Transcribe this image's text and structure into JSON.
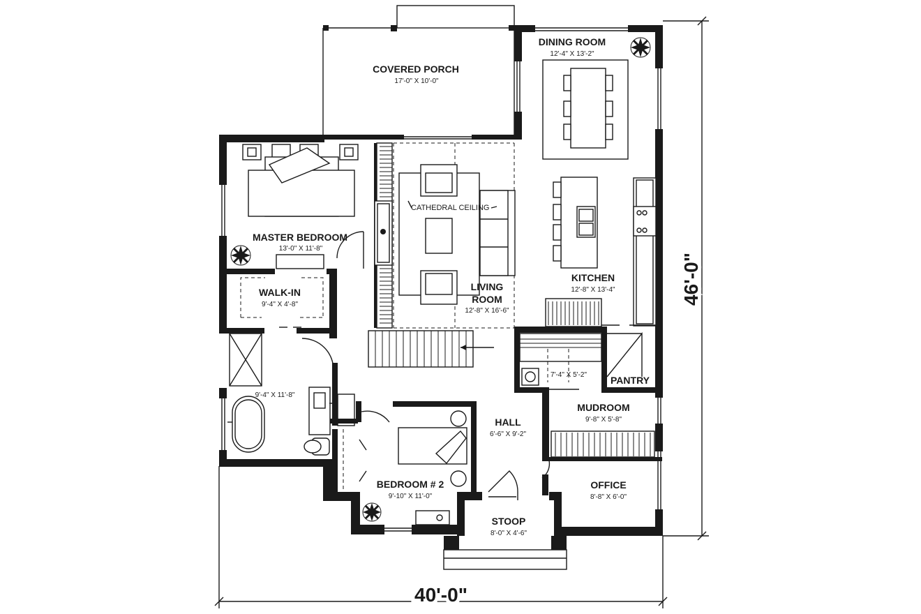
{
  "rooms": {
    "covered_porch": {
      "name": "COVERED PORCH",
      "dim": "17'-0\" X 10'-0\""
    },
    "dining_room": {
      "name": "DINING ROOM",
      "dim": "12'-4\" X 13'-2\""
    },
    "master_bedroom": {
      "name": "MASTER BEDROOM",
      "dim": "13'-0\" X 11'-8\""
    },
    "walk_in": {
      "name": "WALK-IN",
      "dim": "9'-4\" X 4'-8\""
    },
    "living_room": {
      "name_line1": "LIVING",
      "name_line2": "ROOM",
      "dim": "12'-8\" X 16'-6\""
    },
    "kitchen": {
      "name": "KITCHEN",
      "dim": "12'-8\" X 13'-4\""
    },
    "bathroom": {
      "dim": "9'-4\" X 11'-8\""
    },
    "laundry": {
      "dim": "7'-4\" X 5'-2\""
    },
    "pantry": {
      "name": "PANTRY"
    },
    "mudroom": {
      "name": "MUDROOM",
      "dim": "9'-8\" X 5'-8\""
    },
    "hall": {
      "name": "HALL",
      "dim": "6'-6\" X 9'-2\""
    },
    "bedroom2": {
      "name": "BEDROOM # 2",
      "dim": "9'-10\" X 11'-0\""
    },
    "office": {
      "name": "OFFICE",
      "dim": "8'-8\" X 6'-0\""
    },
    "stoop": {
      "name": "STOOP",
      "dim": "8'-0\" X 4'-6\""
    }
  },
  "notes": {
    "cathedral_ceiling": "CATHEDRAL CEILING"
  },
  "dimensions": {
    "width": "40'-0\"",
    "depth": "46'-0\""
  }
}
